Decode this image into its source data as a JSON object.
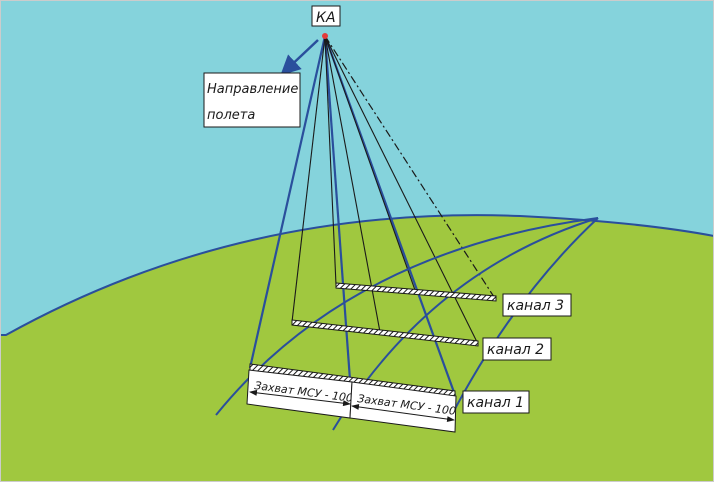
{
  "colors": {
    "sky": "#85d3dc",
    "ground": "#a0c83f",
    "line": "#2a4f9c",
    "ink": "#1a1a1a",
    "label_bg": "#ffffff"
  },
  "labels": {
    "satellite": "КА",
    "direction_line1": "Направление",
    "direction_line2": "полета",
    "channel_1": "канал 1",
    "channel_2": "канал 2",
    "channel_3": "канал 3",
    "swath_left": "Захват МСУ - 100",
    "swath_right": "Захват МСУ - 100"
  }
}
